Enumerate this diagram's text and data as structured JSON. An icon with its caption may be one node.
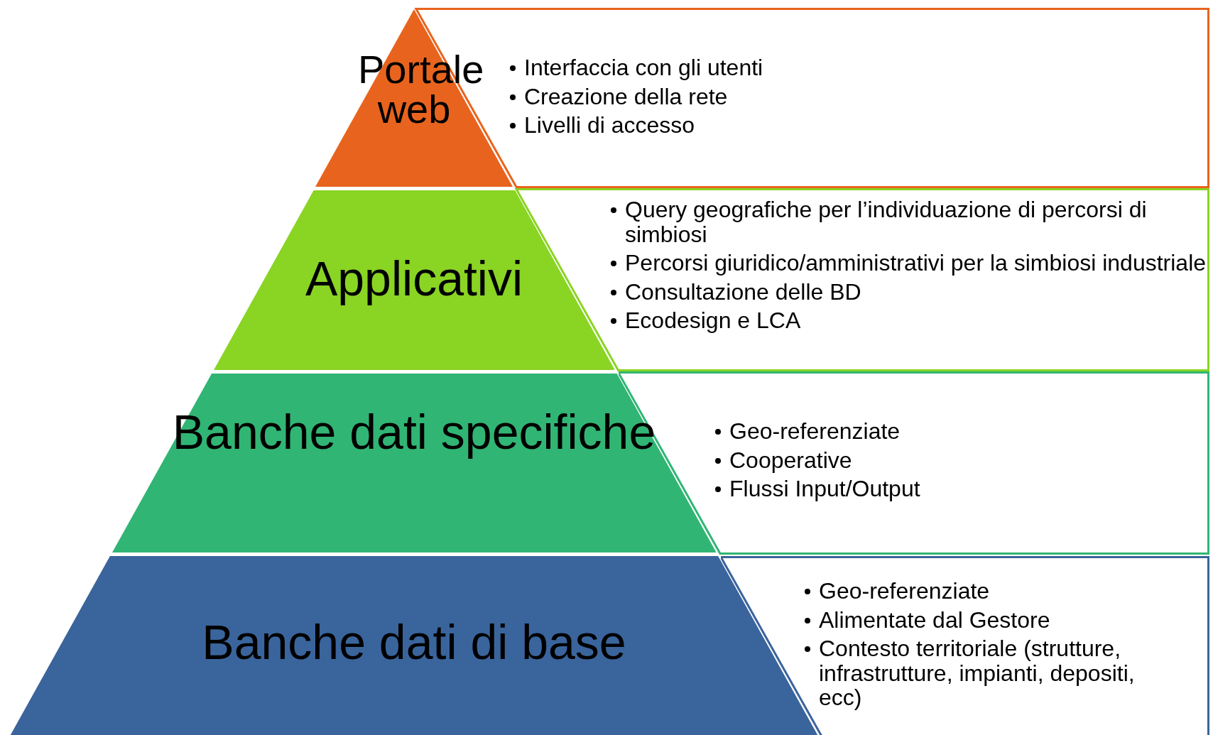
{
  "diagram": {
    "nodes": [
      {
        "text": [
          "Portale web"
        ]
      },
      {
        "text": [
          "Applicativi"
        ]
      },
      {
        "text": [
          "Banche dati specifiche"
        ]
      },
      {
        "text": [
          "Banche dati di base"
        ]
      },
      {
        "text": [
          "Interfaccia con gli utenti",
          "Creazione della rete",
          "Livelli di accesso"
        ]
      },
      {
        "text": [
          "Query geografiche per l’individuazione di percorsi di simbiosi",
          "Percorsi giuridico/amministrativi per la simbiosi industriale",
          "Consultazione delle BD",
          "Ecodesign e LCA"
        ]
      },
      {
        "text": [
          "Geo-referenziate",
          "Cooperative",
          "Flussi Input/Output"
        ]
      },
      {
        "text": [
          "Geo-referenziate",
          "Alimentate dal Gestore",
          "Contesto territoriale (strutture, infrastrutture, impianti, depositi, ecc)"
        ]
      }
    ]
  }
}
